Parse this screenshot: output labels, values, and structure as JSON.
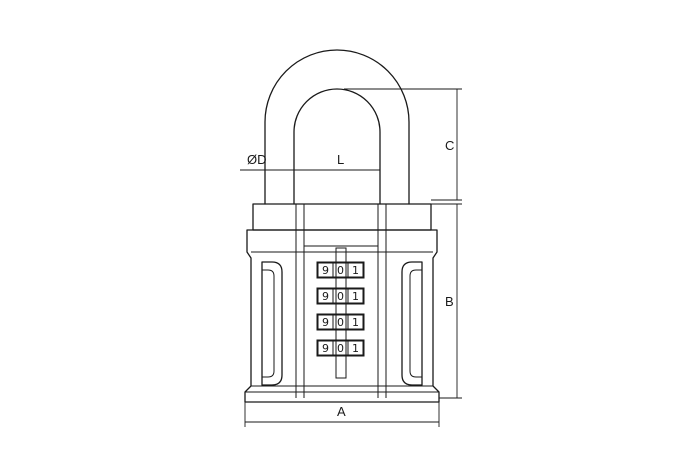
{
  "diagram": {
    "dimension_labels": {
      "diameter": "ØD",
      "shackle_inner_width": "L",
      "shackle_clearance": "C",
      "body_height": "B",
      "body_width": "A"
    },
    "dials": [
      {
        "digits": [
          "9",
          "0",
          "1"
        ]
      },
      {
        "digits": [
          "9",
          "0",
          "1"
        ]
      },
      {
        "digits": [
          "9",
          "0",
          "1"
        ]
      },
      {
        "digits": [
          "9",
          "0",
          "1"
        ]
      }
    ],
    "colors": {
      "line": "#1a1a1a",
      "background": "#ffffff"
    }
  }
}
